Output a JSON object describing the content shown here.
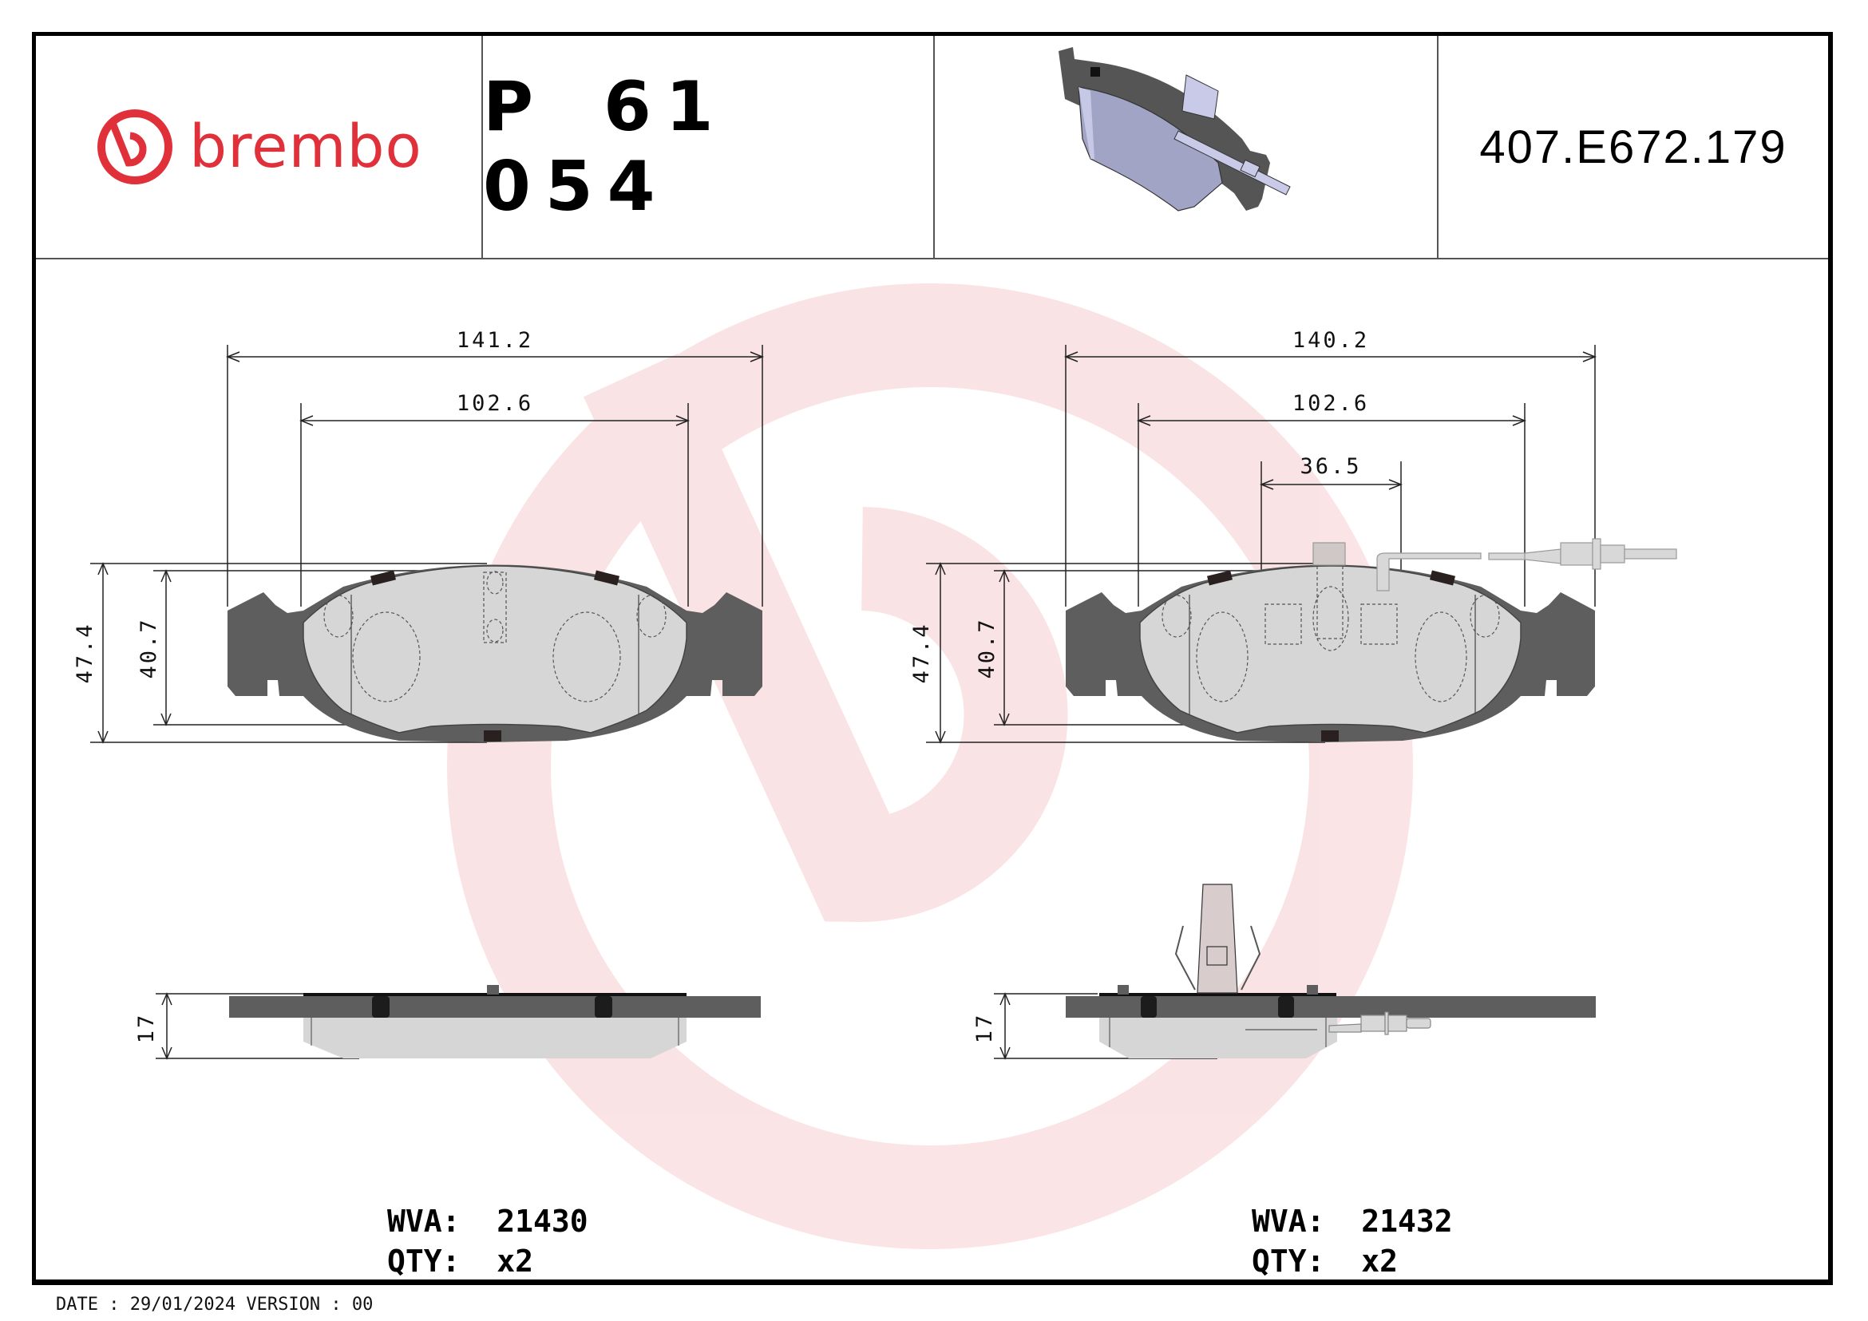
{
  "header": {
    "brand": "brembo",
    "brand_color": "#e0313a",
    "part_number": "P 61 054",
    "reference": "407.E672.179",
    "preview_image": "brake-pad-3d-render-with-wear-sensor"
  },
  "drawing_left": {
    "dimensions": {
      "overall_width": "141.2",
      "inner_width": "102.6",
      "overall_height": "47.4",
      "friction_height": "40.7",
      "thickness": "17"
    },
    "wva_label": "WVA:",
    "wva_value": "21430",
    "qty_label": "QTY:",
    "qty_value": "x2"
  },
  "drawing_right": {
    "dimensions": {
      "overall_width": "140.2",
      "inner_width": "102.6",
      "sensor_width": "36.5",
      "overall_height": "47.4",
      "friction_height": "40.7",
      "thickness": "17"
    },
    "wva_label": "WVA:",
    "wva_value": "21432",
    "qty_label": "QTY:",
    "qty_value": "x2"
  },
  "footer": {
    "text": "DATE : 29/01/2024 VERSION : 00"
  },
  "colors": {
    "backplate": "#5e5e5e",
    "friction": "#d6d6d6",
    "watermark": "#fbe3e4",
    "render": "#a6a8cc"
  }
}
